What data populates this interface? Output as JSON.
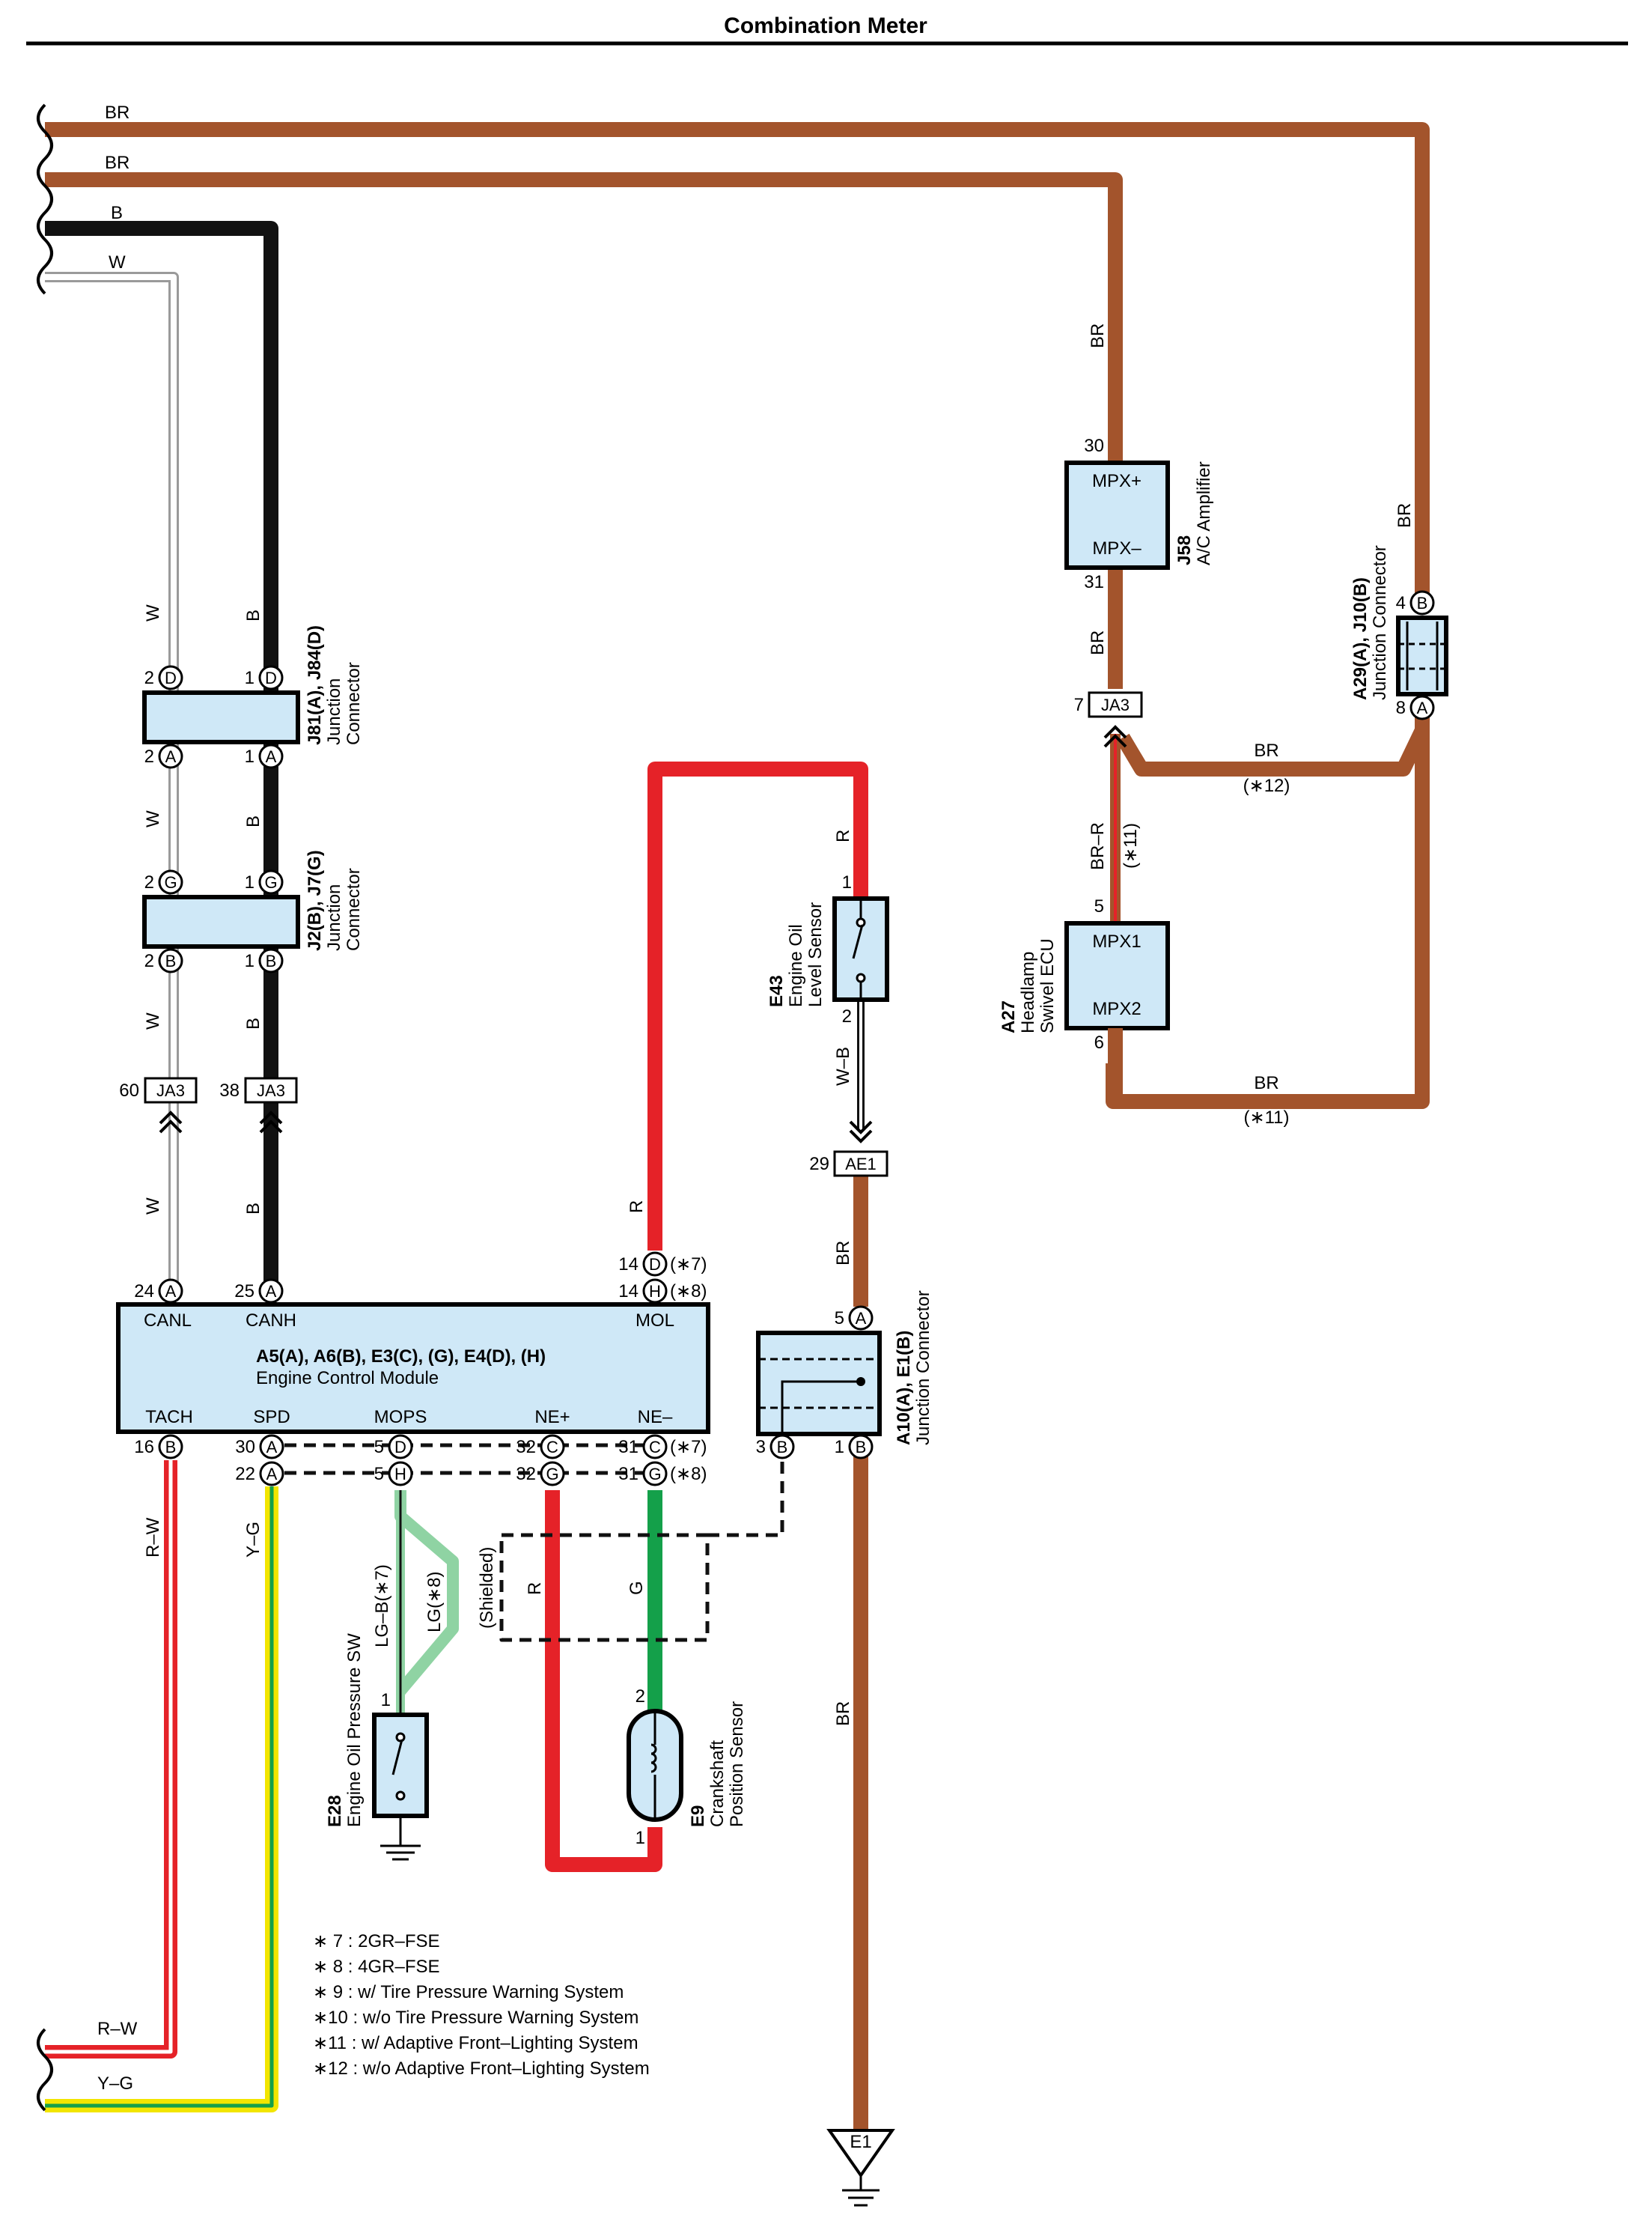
{
  "title": "Combination Meter",
  "colors": {
    "BR": "#a3542c",
    "B": "#111111",
    "W": "#bdbdbd",
    "R": "#e52228",
    "G": "#14a04a",
    "LG": "#8fd3a3",
    "Y": "#f2e500",
    "box_fill": "#cfe8f7"
  },
  "wires": {
    "br_top": "BR",
    "br_second": "BR",
    "b_left": "B",
    "w_left": "W",
    "w_1": "W",
    "b_1": "B",
    "w_2": "W",
    "b_2": "B",
    "w_3": "W",
    "b_3": "B",
    "w_4": "W",
    "b_4": "B",
    "r_mol": "R",
    "r_sensor": "R",
    "wb_sensor": "W–B",
    "br_ae1": "BR",
    "br_j58_top": "BR",
    "br_j58_bottom": "BR",
    "br_a29": "BR",
    "br_r": "BR–R",
    "br_r_note": "(∗11)",
    "br_12": "BR",
    "br_12_note": "(∗12)",
    "br_11": "BR",
    "br_11_note": "(∗11)",
    "rw_vert": "R–W",
    "yg_vert": "Y–G",
    "lgb": "LG–B(∗7)",
    "lg8": "LG(∗8)",
    "shielded": "(Shielded)",
    "r_crank": "R",
    "g_crank": "G",
    "br_ground": "BR",
    "rw_bottom": "R–W",
    "yg_bottom": "Y–G"
  },
  "connectors": {
    "j81": {
      "code": "J81(A), J84(D)",
      "name1": "Junction",
      "name2": "Connector"
    },
    "j2": {
      "code": "J2(B), J7(G)",
      "name1": "Junction",
      "name2": "Connector"
    },
    "a29": {
      "code": "A29(A), J10(B)",
      "name1": "Junction Connector"
    },
    "a10": {
      "code": "A10(A), E1(B)",
      "name1": "Junction Connector"
    },
    "ja3": "JA3",
    "ae1": "AE1"
  },
  "pins": {
    "j81_tl_n": "2",
    "j81_tl_l": "D",
    "j81_tr_n": "1",
    "j81_tr_l": "D",
    "j81_bl_n": "2",
    "j81_bl_l": "A",
    "j81_br_n": "1",
    "j81_br_l": "A",
    "j2_tl_n": "2",
    "j2_tl_l": "G",
    "j2_tr_n": "1",
    "j2_tr_l": "G",
    "j2_bl_n": "2",
    "j2_bl_l": "B",
    "j2_br_n": "1",
    "j2_br_l": "B",
    "ja3_left_n": "60",
    "ja3_right_n": "38",
    "ja3_j58_n": "7",
    "ae1_n": "29",
    "a29_top_n": "4",
    "a29_top_l": "B",
    "a29_bot_n": "8",
    "a29_bot_l": "A",
    "a10_top_n": "5",
    "a10_top_l": "A",
    "a10_bl_n": "3",
    "a10_bl_l": "B",
    "a10_br_n": "1",
    "a10_br_l": "B",
    "canl_n": "24",
    "canl_l": "A",
    "canh_n": "25",
    "canh_l": "A",
    "mol7_n": "14",
    "mol7_l": "D",
    "mol7_note": "(∗7)",
    "mol8_n": "14",
    "mol8_l": "H",
    "mol8_note": "(∗8)",
    "tach_n": "16",
    "tach_l": "B",
    "spd7_n": "30",
    "spd7_l": "A",
    "spd8_n": "22",
    "spd8_l": "A",
    "mops7_n": "5",
    "mops7_l": "D",
    "mops8_n": "5",
    "mops8_l": "H",
    "nep7_n": "32",
    "nep7_l": "C",
    "nep8_n": "32",
    "nep8_l": "G",
    "nem7_n": "31",
    "nem7_l": "C",
    "nem7_note": "(∗7)",
    "nem8_n": "31",
    "nem8_l": "G",
    "nem8_note": "(∗8)",
    "j58_top": "30",
    "j58_bot": "31",
    "a27_top": "5",
    "a27_bot": "6",
    "e43_top": "1",
    "e43_bot": "2",
    "e28_top": "1",
    "e9_top": "2",
    "e9_bot": "1"
  },
  "ecm": {
    "canl": "CANL",
    "canh": "CANH",
    "mol": "MOL",
    "code": "A5(A), A6(B), E3(C), (G), E4(D), (H)",
    "name": "Engine Control Module",
    "tach": "TACH",
    "spd": "SPD",
    "mops": "MOPS",
    "nep": "NE+",
    "nem": "NE–"
  },
  "j58": {
    "code": "J58",
    "name": "A/C Amplifier",
    "mpxp": "MPX+",
    "mpxm": "MPX–"
  },
  "a27": {
    "code": "A27",
    "name1": "Headlamp",
    "name2": "Swivel ECU",
    "mpx1": "MPX1",
    "mpx2": "MPX2"
  },
  "e43": {
    "code": "E43",
    "name1": "Engine Oil",
    "name2": "Level Sensor"
  },
  "e28": {
    "code": "E28",
    "name1": "Engine Oil Pressure SW"
  },
  "e9": {
    "code": "E9",
    "name1": "Crankshaft",
    "name2": "Position Sensor"
  },
  "ground": {
    "label": "E1"
  },
  "notes": [
    "∗ 7 : 2GR–FSE",
    "∗ 8 : 4GR–FSE",
    "∗ 9 : w/ Tire Pressure Warning System",
    "∗10 : w/o Tire Pressure Warning System",
    "∗11 : w/ Adaptive Front–Lighting System",
    "∗12 : w/o Adaptive Front–Lighting System"
  ]
}
